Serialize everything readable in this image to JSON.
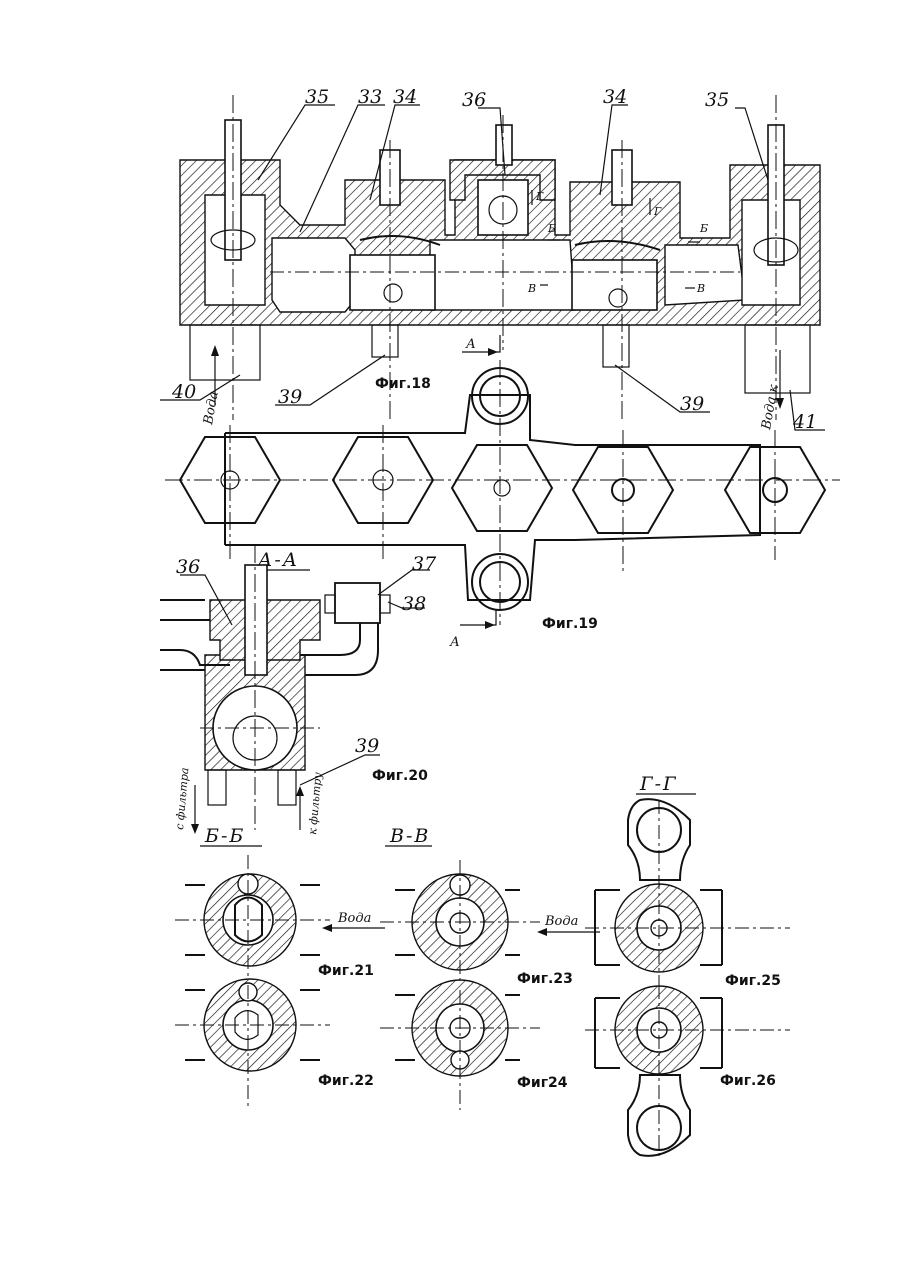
{
  "labels": {
    "l35a": "35",
    "l33": "33",
    "l34a": "34",
    "l36a": "36",
    "l34b": "34",
    "l35b": "35",
    "l40": "40",
    "l39a": "39",
    "l39b": "39",
    "l41": "41",
    "l36b": "36",
    "l37": "37",
    "l38": "38",
    "l39c": "39",
    "sect_aa": "А-А",
    "sect_a1": "А",
    "sect_a2": "А",
    "sect_bb": "Б-Б",
    "sect_vv": "В-В",
    "sect_gg": "Г-Г",
    "mark_b1": "Б",
    "mark_b2": "Б",
    "mark_v1": "В",
    "mark_v2": "В",
    "mark_g1": "Г",
    "mark_g2": "Г"
  },
  "flow": {
    "voda1": "Вода",
    "voda2": "Вода к",
    "voda21": "Вода",
    "voda23": "Вода",
    "s_filtra": "с фильтра",
    "k_filtru": "к фильтру"
  },
  "captions": {
    "fig18": "Фиг.18",
    "fig19": "Фиг.19",
    "fig20": "Фиг.20",
    "fig21": "Фиг.21",
    "fig22": "Фиг.22",
    "fig23": "Фиг.23",
    "fig24": "Фиг24",
    "fig25": "Фиг.25",
    "fig26": "Фиг.26"
  }
}
